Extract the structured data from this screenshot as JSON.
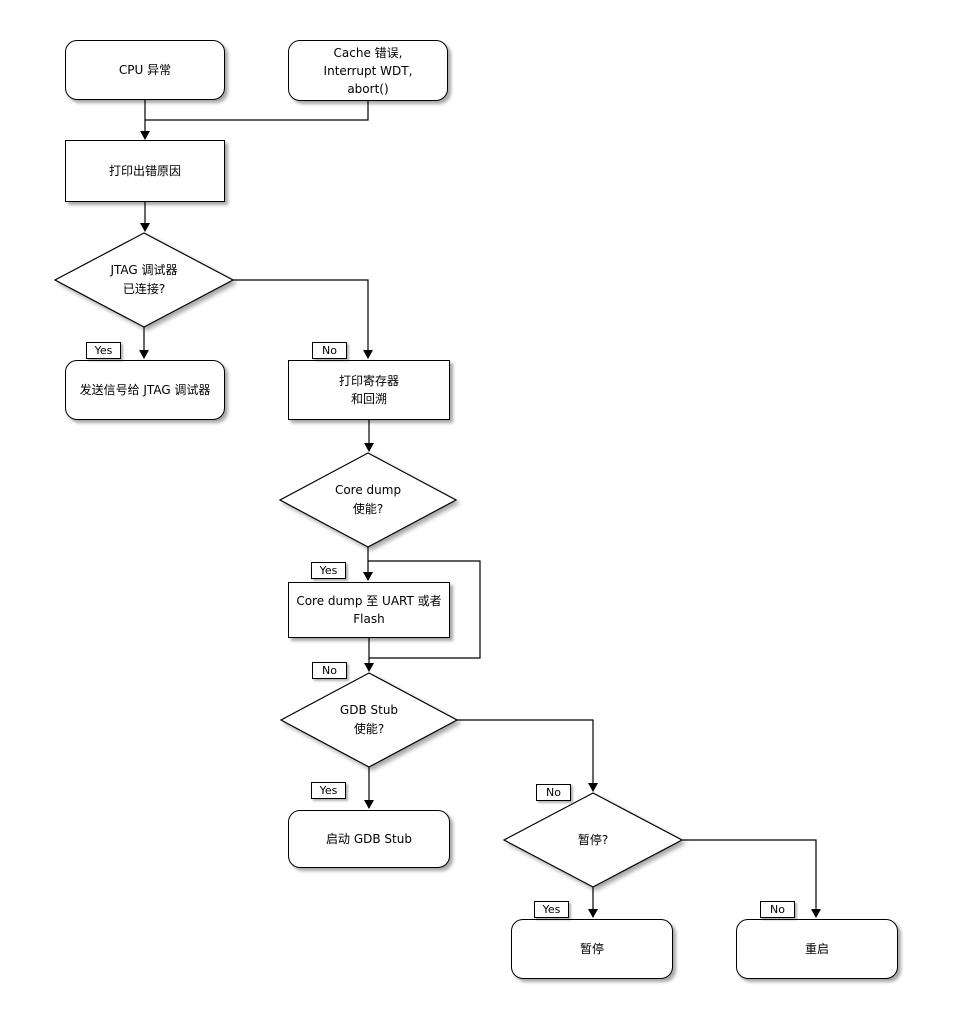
{
  "nodes": {
    "cpu_exception": {
      "label": "CPU 异常"
    },
    "cache_error": {
      "lines": [
        "Cache 错误,",
        "Interrupt WDT,",
        "abort()"
      ]
    },
    "print_reason": {
      "label": "打印出错原因"
    },
    "jtag_connected": {
      "line1": "JTAG 调试器",
      "line2": "已连接?"
    },
    "send_signal": {
      "label": "发送信号给 JTAG 调试器"
    },
    "print_registers": {
      "line1": "打印寄存器",
      "line2": "和回溯"
    },
    "coredump_enabled": {
      "line1": "Core dump",
      "line2": "使能?"
    },
    "coredump_dest": {
      "label": "Core dump 至 UART 或者 Flash"
    },
    "gdbstub_enabled": {
      "line1": "GDB Stub",
      "line2": "使能?"
    },
    "start_gdbstub": {
      "label": "启动 GDB Stub"
    },
    "halt_question": {
      "label": "暂停?"
    },
    "halt": {
      "label": "暂停"
    },
    "reboot": {
      "label": "重启"
    }
  },
  "branch_labels": {
    "yes": "Yes",
    "no": "No"
  },
  "colors": {
    "stroke": "#000000",
    "fill": "#ffffff",
    "background": "#ffffff"
  }
}
